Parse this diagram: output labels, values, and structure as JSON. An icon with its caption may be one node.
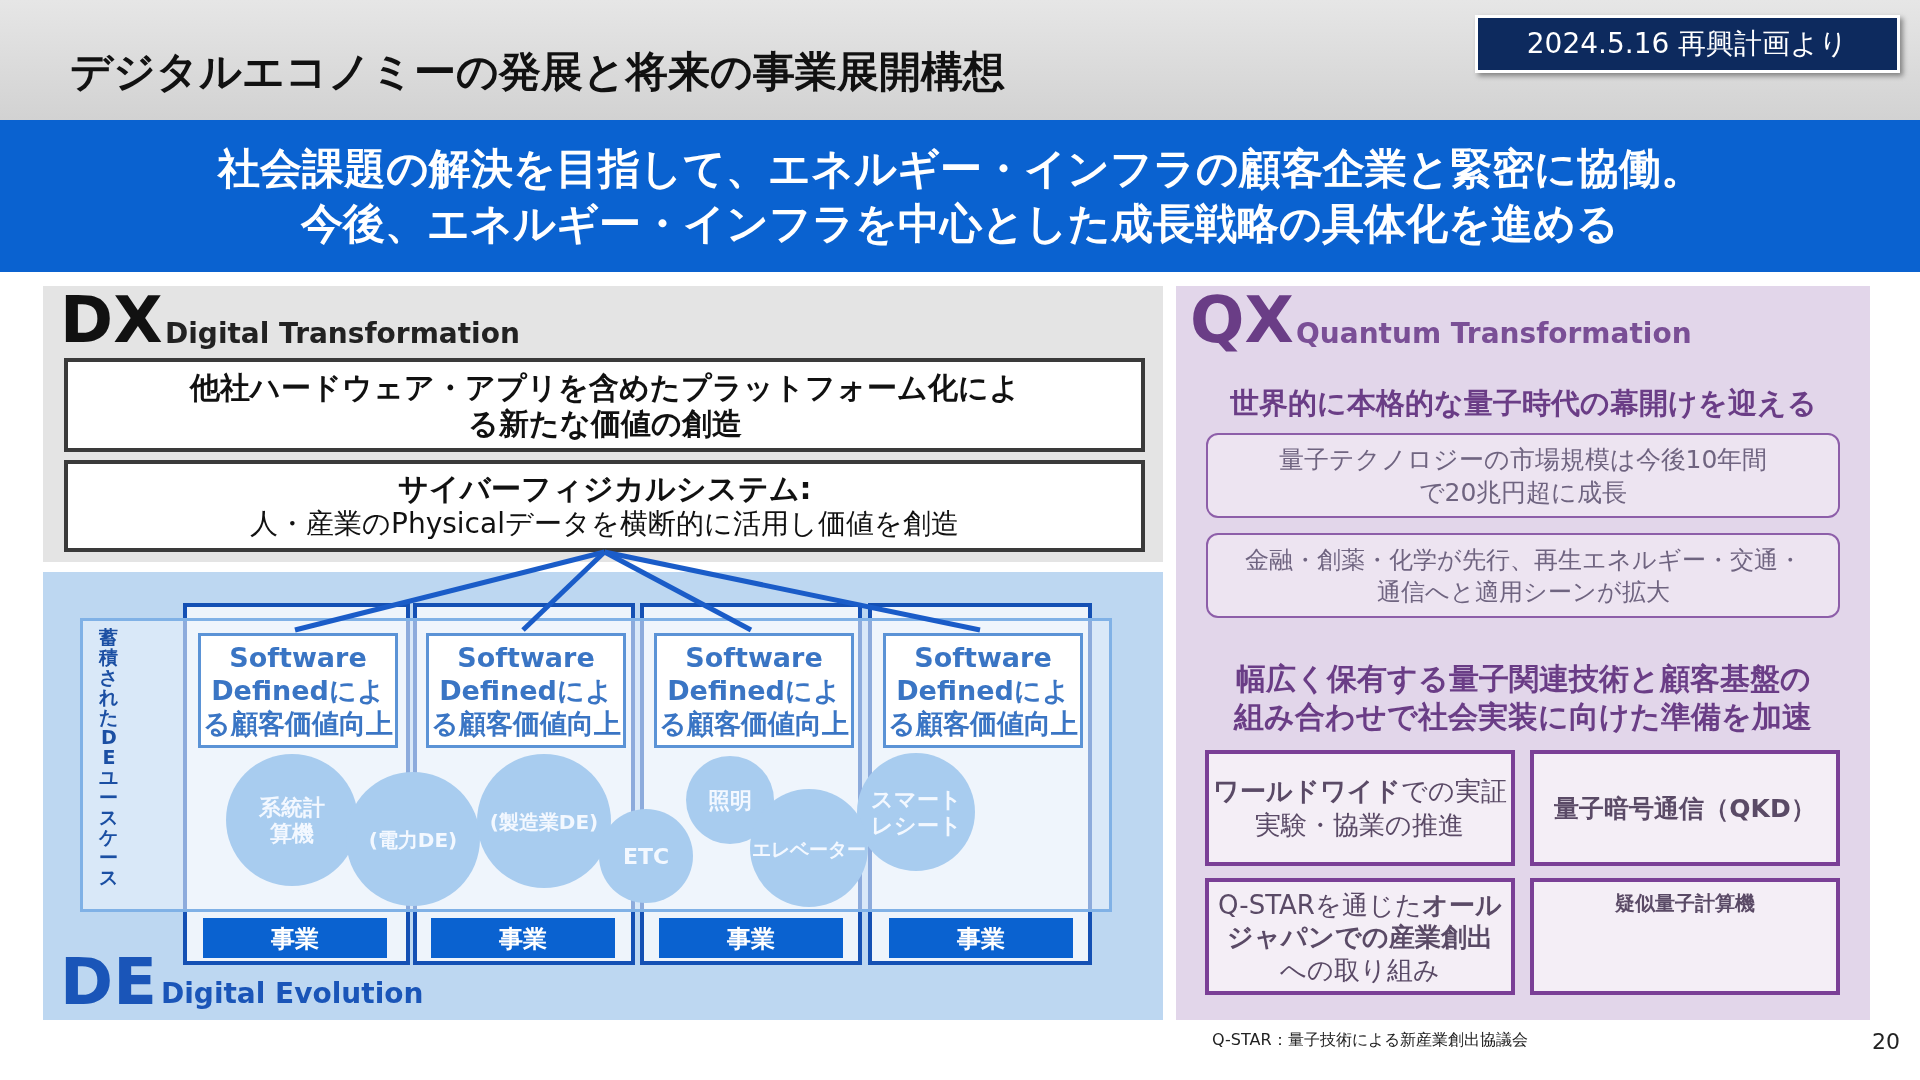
{
  "diagram": {
    "title": "デジタルエコノミーの発展と将来の事業展開構想",
    "nodes": [
      {
        "text": [
          "社会課題の解決を目指して、エネルギー・インフラの顧客企業と緊密に協働。今後、エネルギー・インフラを中心とした成長戦略の具体化を進める"
        ]
      },
      {
        "text": [
          "DX",
          "Digital Transformation"
        ]
      },
      {
        "text": [
          "他社ハードウェア・アプリを含めたプラットフォーム化による新たな価値の創造"
        ],
        "in": 1
      },
      {
        "text": [
          "サイバーフィジカルシステム:",
          "人・産業のPhysicalデータを横断的に活用し価値を創造"
        ],
        "in": 1
      },
      {
        "text": [
          "DE",
          "Digital Evolution"
        ]
      },
      {
        "text": [
          "蓄積されたDEユースケース"
        ],
        "in": 4
      },
      {
        "text": [
          "Software Definedによる顧客価値向上"
        ],
        "in": 5
      },
      {
        "text": [
          "Software Definedによる顧客価値向上"
        ],
        "in": 5
      },
      {
        "text": [
          "Software Definedによる顧客価値向上"
        ],
        "in": 5
      },
      {
        "text": [
          "Software Definedによる顧客価値向上"
        ],
        "in": 5
      },
      {
        "text": [
          "系統計算機"
        ],
        "in": 5
      },
      {
        "text": [
          "(電力DE)"
        ],
        "in": 5
      },
      {
        "text": [
          "(製造業DE)"
        ],
        "in": 5
      },
      {
        "text": [
          "ETC"
        ],
        "in": 5
      },
      {
        "text": [
          "照明"
        ],
        "in": 5
      },
      {
        "text": [
          "エレベーター"
        ],
        "in": 5
      },
      {
        "text": [
          "スマートレシート"
        ],
        "in": 5
      },
      {
        "text": [
          "事業"
        ],
        "in": 4
      },
      {
        "text": [
          "事業"
        ],
        "in": 4
      },
      {
        "text": [
          "事業"
        ],
        "in": 4
      },
      {
        "text": [
          "事業"
        ],
        "in": 4
      },
      {
        "text": [
          "QX",
          "Quantum Transformation"
        ]
      },
      {
        "text": [
          "量子テクノロジーの市場規模は今後10年間で20兆円超に成長"
        ],
        "in": 21
      },
      {
        "text": [
          "金融・創薬・化学が先行、再生エネルギー・交通・通信へと適用シーンが拡大"
        ],
        "in": 21
      },
      {
        "text": [
          "**ワールドワイド**での実証実験・協業の推進"
        ],
        "in": 21
      },
      {
        "text": [
          "量子暗号通信（QKD）"
        ],
        "in": 21
      },
      {
        "text": [
          "Q-STARを通じた**オールジャパンでの産業創出**への取り組み"
        ],
        "in": 21
      },
      {
        "text": [
          "疑似量子計算機"
        ],
        "in": 21
      }
    ],
    "edges": [
      {
        "from": 3,
        "to": 6,
        "arrow": "none"
      },
      {
        "from": 3,
        "to": 7,
        "arrow": "none"
      },
      {
        "from": 3,
        "to": 8,
        "arrow": "none"
      },
      {
        "from": 3,
        "to": 9,
        "arrow": "none"
      }
    ],
    "labels": [
      "2024.5.16 再興計画より",
      "世界的に本格的な量子時代の幕開けを迎える",
      "幅広く保有する量子関連技術と顧客基盤の組み合わせで社会実装に向けた準備を加速",
      "Q-STAR：量子技術による新産業創出協議会",
      "20"
    ]
  }
}
